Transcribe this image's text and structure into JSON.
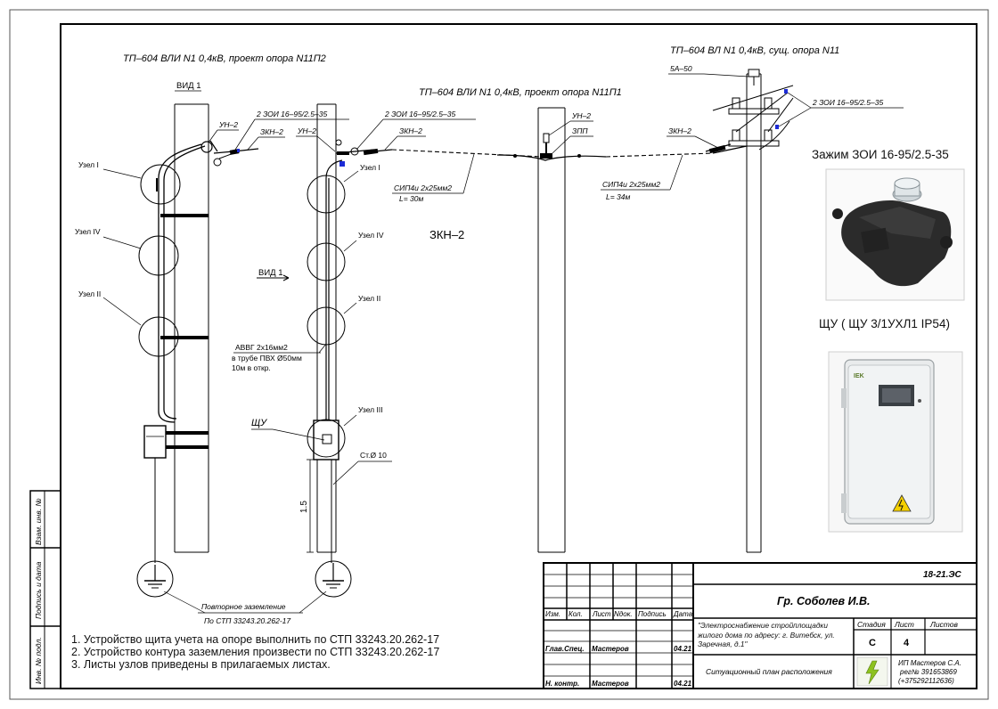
{
  "titles": {
    "t1": "ТП–604  ВЛИ N1  0,4кВ,  проект опора N11П2",
    "t2": "ТП–604  ВЛИ N1  0,4кВ,  проект опора N11П1",
    "t3": "ТП–604  ВЛ N1  0,4кВ,  сущ. опора N11",
    "vid1_top": "ВИД 1",
    "vid1_arrow": "ВИД 1",
    "zkn_center": "ЗКН–2"
  },
  "labels": {
    "un2_a": "УН–2",
    "zoi_a": "2  ЗОИ 16–95/2.5–35",
    "zkn_a": "ЗКН–2",
    "un2_b": "УН–2",
    "zoi_b": "2  ЗОИ 16–95/2.5–35",
    "zkn_b": "ЗКН–2",
    "un2_c": "УН–2",
    "zpp": "ЗПП",
    "zkn_c": "ЗКН–2",
    "zoi_c": "2  ЗОИ 16–95/2.5–35",
    "a50": "5А–50",
    "sip1": "СИП4и  2х25мм2",
    "len1": "L=  30м",
    "sip2": "СИП4и  2х25мм2",
    "len2": "L=  34м",
    "node1_a": "Узел I",
    "node4_a": "Узел IV",
    "node2_a": "Узел II",
    "node1_b": "Узел I",
    "node4_b": "Узел IV",
    "node2_b": "Узел II",
    "node3_b": "Узел III",
    "avvg1": "АВВГ 2х16мм2",
    "avvg2": "в трубе ПВХ Ø50мм",
    "avvg3": "10м в откр.",
    "shu": "ЩУ",
    "st10": "Ст.Ø 10",
    "dim15": "1.5",
    "ground1": "Повторное заземление",
    "ground2": "По СТП 33243.20.262-17"
  },
  "photos": {
    "clamp_caption": "Зажим ЗОИ 16-95/2.5-35",
    "panel_caption": "ЩУ  ( ЩУ 3/1УХЛ1 IP54)"
  },
  "notes": [
    "1. Устройство щита учета на опоре выполнить по СТП 33243.20.262-17",
    "2. Устройство контура заземления произвести по СТП 33243.20.262-17",
    "3. Листы узлов приведены в прилагаемых листах."
  ],
  "stamp": {
    "doc_code": "18-21.ЭС",
    "client": "Гр.  Соболев И.В.",
    "headers": [
      "Изм.",
      "Кол.",
      "Лист",
      "Nдок.",
      "Подпись",
      "Дата"
    ],
    "row1": [
      "Глав.Спец.",
      "Мастеров",
      "04.21"
    ],
    "row2": [
      "Н. контр.",
      "Мастеров",
      "04.21"
    ],
    "object": "\"Электроснабжение стройплощадки жилого дома  по адресу: г. Витебск, ул. Заречная, д.1\"",
    "sheet_title": "Ситуационный план расположения",
    "stage_label": "Стадия",
    "sheet_label": "Лист",
    "sheets_label": "Листов",
    "stage": "С",
    "sheet": "4",
    "org1": "ИП Мастеров С.А.",
    "org2": "рег№ 391653869",
    "org3": "(+375292112636)"
  },
  "margin": {
    "inv_orig": "Инв. № подл.",
    "sign_date": "Подпись  и дата",
    "inv_repl": "Взам. инв. №"
  }
}
